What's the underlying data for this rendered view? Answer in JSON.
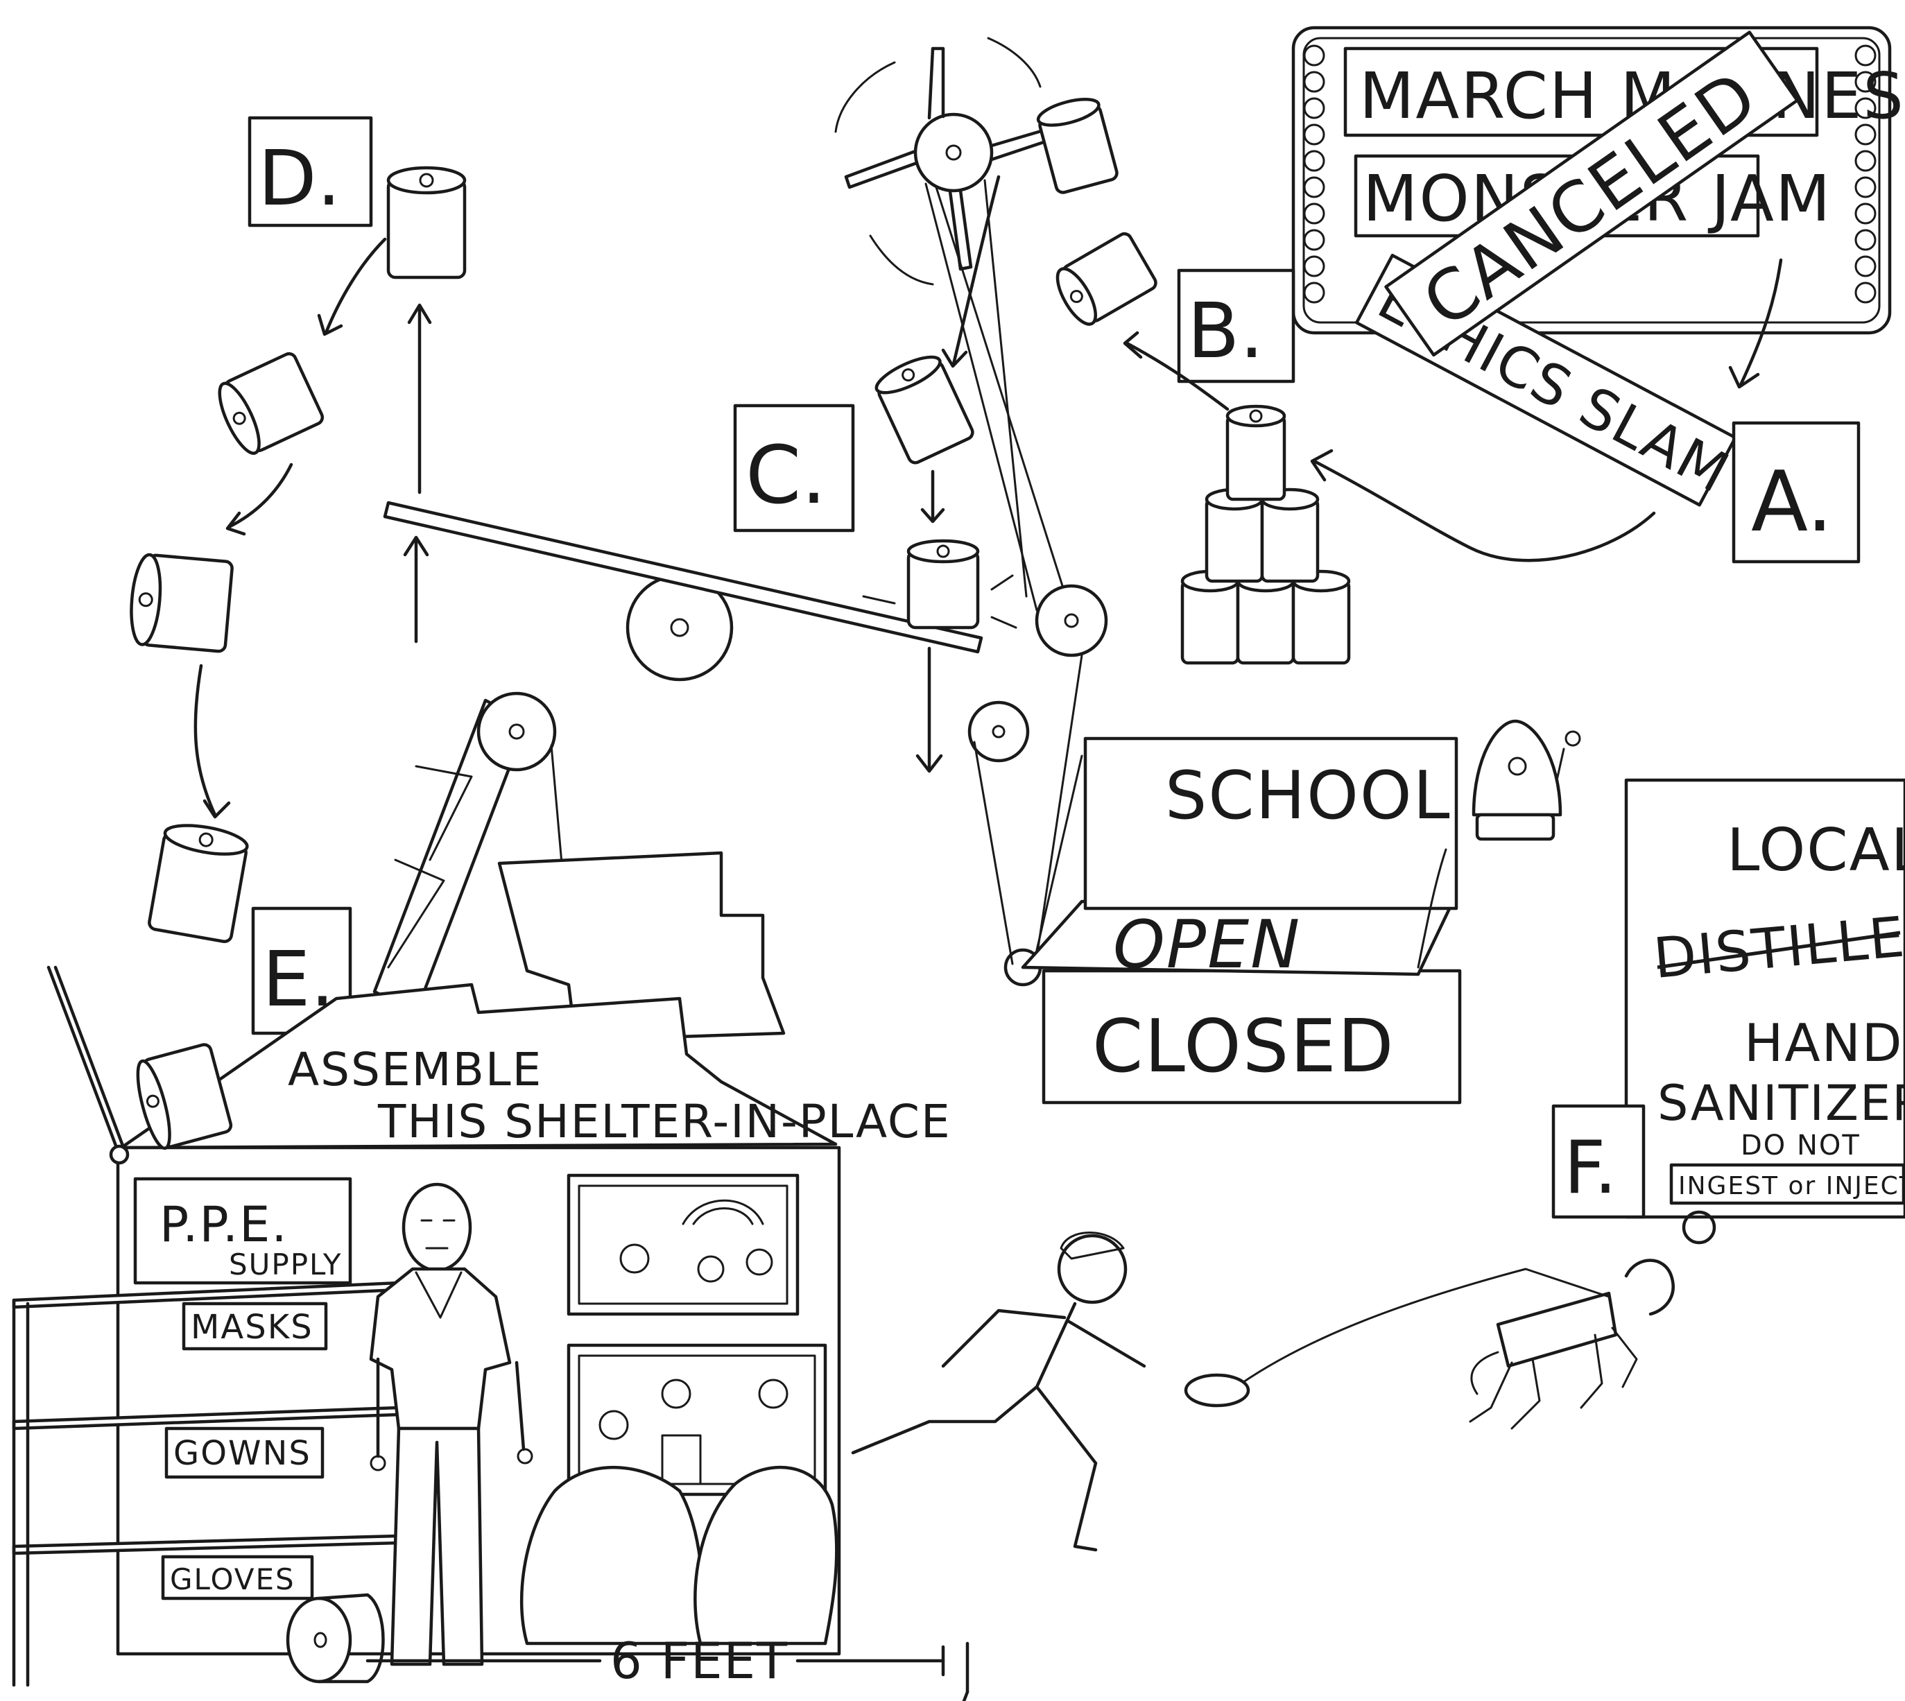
{
  "labels": {
    "a": "A.",
    "b": "B.",
    "c": "C.",
    "d": "D.",
    "e": "E.",
    "f": "F."
  },
  "marquee": {
    "line1": "MARCH MADNESS",
    "line2": "MONSTER JAM",
    "canceled": "CANCELED",
    "ethics": "ETHICS SLAM"
  },
  "school_sign": {
    "title": "SCHOOL",
    "open": "OPEN",
    "closed": "CLOSED"
  },
  "truck": {
    "line1": "LOCAL",
    "crossed": "DISTILLER",
    "line2": "HAND",
    "line3": "SANITIZER",
    "warning1": "DO NOT",
    "warning2": "INGEST or INJECT"
  },
  "shelter": {
    "roof_line1": "ASSEMBLE",
    "roof_line2": "THIS SHELTER-IN-PLACE",
    "ppe_line1": "P.P.E.",
    "ppe_line2": "SUPPLY",
    "masks": "MASKS",
    "gowns": "GOWNS",
    "gloves": "GLOVES"
  },
  "distance": "6 FEET",
  "icons": [
    "toilet-paper-roll-icon",
    "alarm-bell-icon",
    "pinwheel-icon",
    "dog-icon",
    "running-person-icon"
  ]
}
